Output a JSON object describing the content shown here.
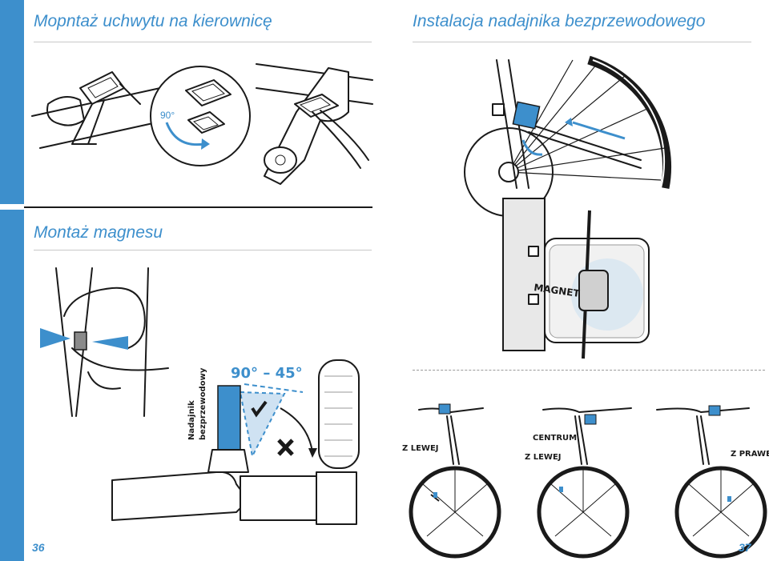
{
  "left_page": {
    "heading_mount": "Mopntaż uchwytu na kierownicę",
    "heading_magnet": "Montaż magnesu",
    "rotation_label": "90°",
    "angle_label": "90° – 45°",
    "transmitter_label_line1": "Nadajnik",
    "transmitter_label_line2": "bezprzewodowy",
    "page_number": "36"
  },
  "right_page": {
    "heading_transmitter": "Instalacja nadajnika bezprzewodowego",
    "magnet_label": "MAGNET",
    "position_left_1": "Z LEWEJ",
    "position_center": "CENTRUM",
    "position_center_left": "Z LEWEJ",
    "position_right": "Z PRAWEJ",
    "page_number": "37"
  },
  "colors": {
    "accent": "#3d8fcc",
    "line": "#1a1a1a",
    "rule": "#c8c8c8"
  },
  "icons": [
    "check-icon",
    "cross-icon",
    "arrow-icon"
  ]
}
